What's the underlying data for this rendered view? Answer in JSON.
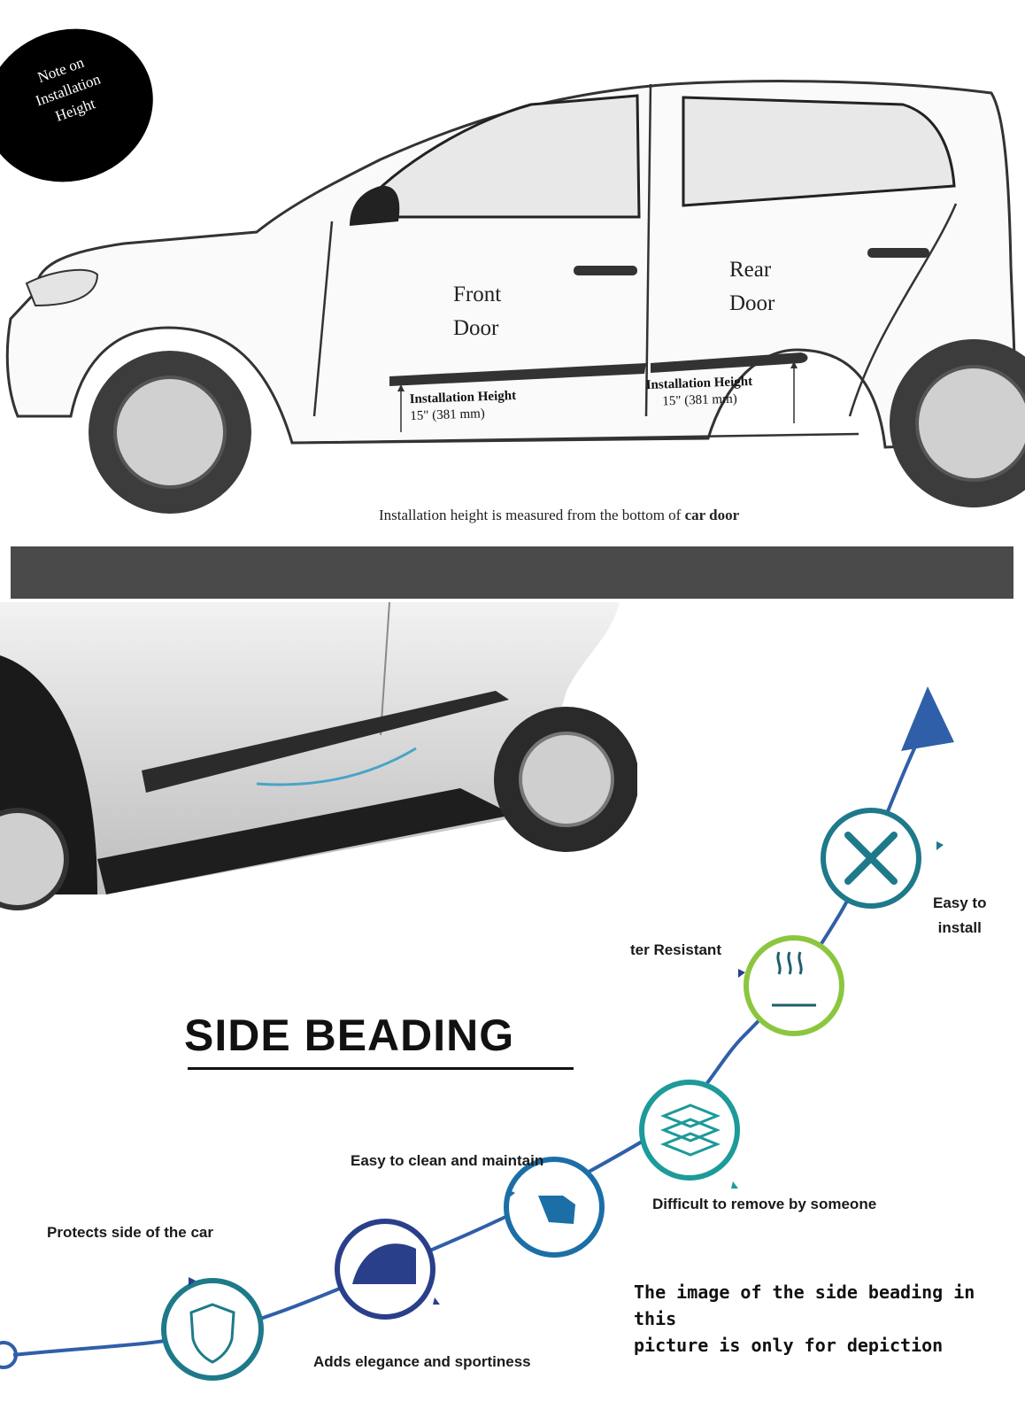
{
  "note_badge": {
    "lines": [
      "Note on",
      "Installation",
      "Height"
    ]
  },
  "front_door": {
    "line1": "Front",
    "line2": "Door"
  },
  "rear_door": {
    "line1": "Rear",
    "line2": "Door"
  },
  "front_installation": {
    "title": "Installation Height",
    "value": "15\" (381 mm)"
  },
  "rear_installation": {
    "title": "Installation Height",
    "value": "15\" (381 mm)"
  },
  "measure_note": {
    "text": "Installation height is measured from the bottom of",
    "bold": "car door"
  },
  "title": "SIDE BEADING",
  "features": {
    "protects": "Protects side of the car",
    "elegance": "Adds elegance and sportiness",
    "clean": "Easy to clean and maintain",
    "remove": "Difficult to remove by someone",
    "water": "ter Resistant",
    "install_line1": "Easy to",
    "install_line2": "install"
  },
  "disclaimer": {
    "line1": "The image of the side beading in this",
    "line2": "picture is only for depiction"
  },
  "colors": {
    "arrow": "#2f5fa8",
    "shield": "#1e7a8a",
    "wheel_circle": "#2a3f8a",
    "hand": "#1c6fa6",
    "layers": "#1d9a9a",
    "water": "#8cc63f",
    "tools": "#1e7a8a"
  }
}
